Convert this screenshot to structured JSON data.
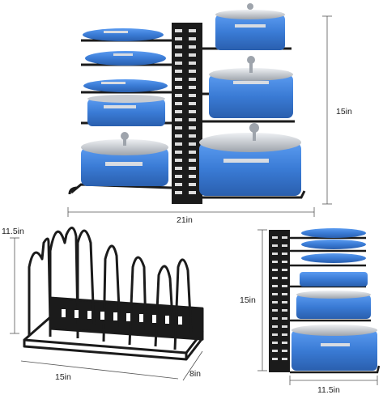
{
  "dimensions": {
    "top_height": "15in",
    "top_width": "21in",
    "left_height": "11.5in",
    "left_width": "15in",
    "left_depth": "8in",
    "right_height": "15in",
    "right_width": "11.5in"
  },
  "colors": {
    "pan_blue": "#3a7bd5",
    "rack_black": "#1b1b1b",
    "lid_silver": "#c8ccd2",
    "dimension_line": "#555555"
  }
}
